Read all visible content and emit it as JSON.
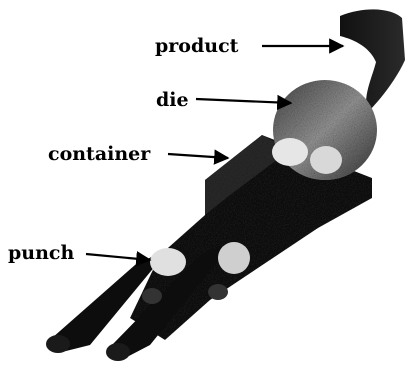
{
  "labels": {
    "product": "product",
    "die": "die",
    "container": "container",
    "punch": "punch"
  },
  "colors": {
    "body": "#141414",
    "highlight": "#d9d9d9",
    "background": "#ffffff"
  }
}
